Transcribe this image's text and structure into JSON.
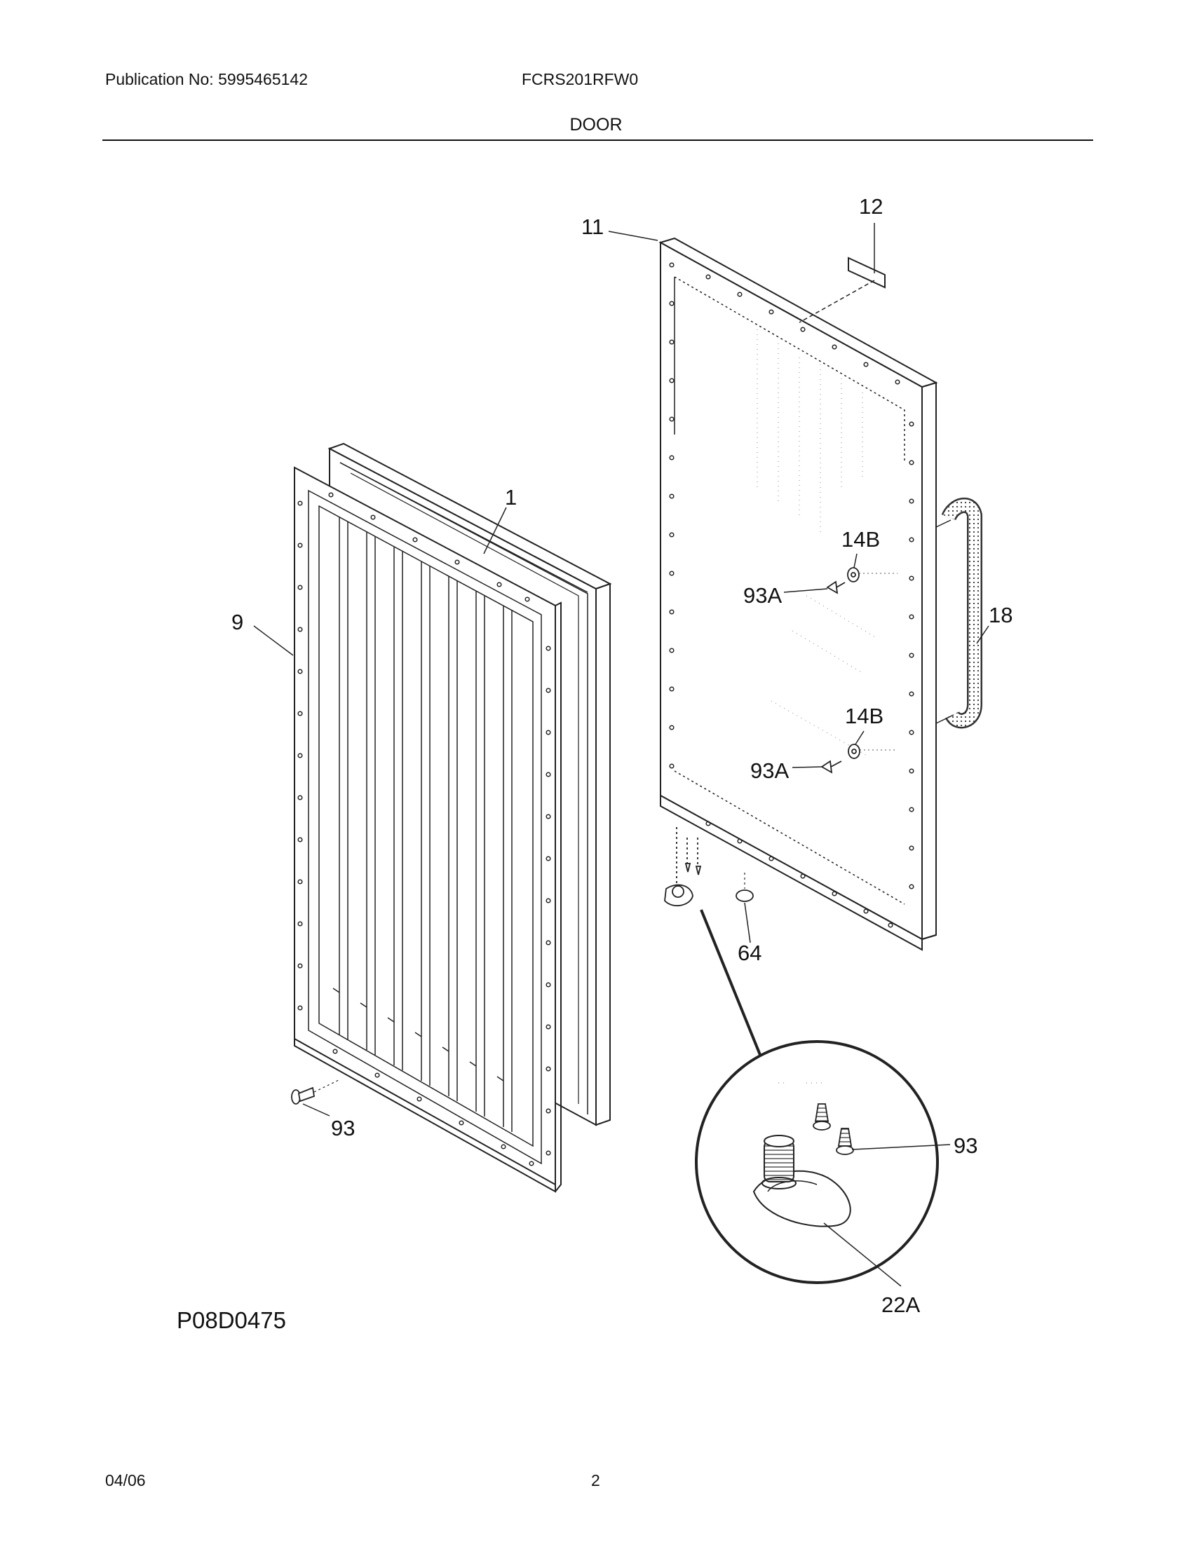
{
  "header": {
    "publication": "Publication No: 5995465142",
    "model": "FCRS201RFW0",
    "section_title": "DOOR"
  },
  "diagram": {
    "drawing_id": "P08D0475",
    "callouts": [
      {
        "id": "c-11",
        "label": "11"
      },
      {
        "id": "c-12",
        "label": "12"
      },
      {
        "id": "c-1",
        "label": "1"
      },
      {
        "id": "c-9",
        "label": "9"
      },
      {
        "id": "c-14b-upper",
        "label": "14B"
      },
      {
        "id": "c-93a-upper",
        "label": "93A"
      },
      {
        "id": "c-18",
        "label": "18"
      },
      {
        "id": "c-14b-lower",
        "label": "14B"
      },
      {
        "id": "c-93a-lower",
        "label": "93A"
      },
      {
        "id": "c-64",
        "label": "64"
      },
      {
        "id": "c-93-left",
        "label": "93"
      },
      {
        "id": "c-93-right",
        "label": "93"
      },
      {
        "id": "c-22a",
        "label": "22A"
      }
    ]
  },
  "footer": {
    "date": "04/06",
    "page": "2"
  }
}
